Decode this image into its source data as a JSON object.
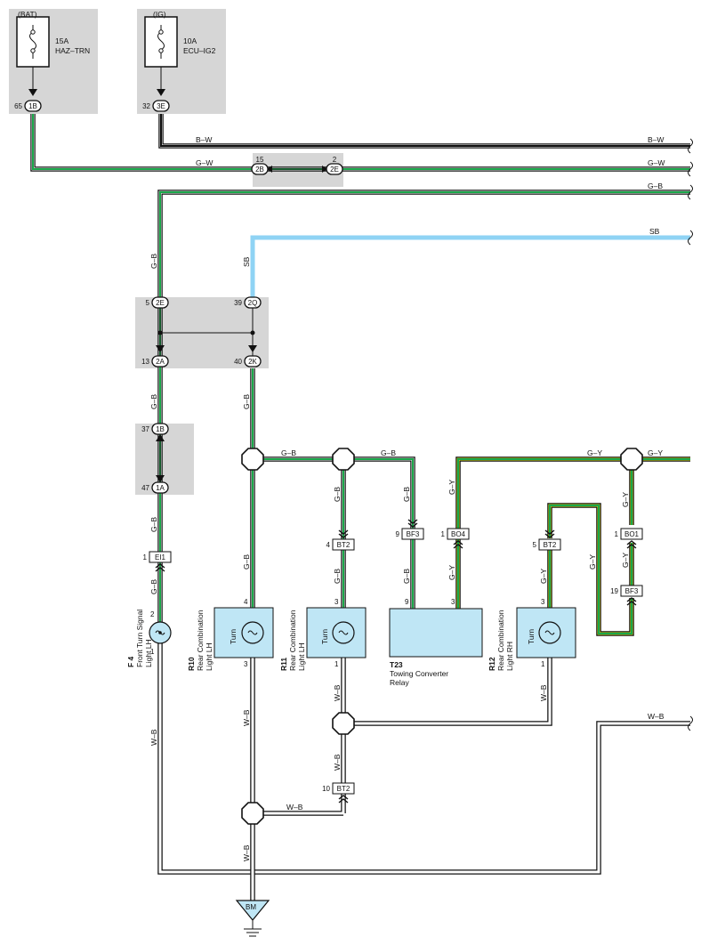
{
  "fuses": [
    {
      "source": "(BAT)",
      "rating": "15A",
      "name": "HAZ–TRN",
      "pin": "65",
      "conn": "1B"
    },
    {
      "source": "(IG)",
      "rating": "10A",
      "name": "ECU–IG2",
      "pin": "32",
      "conn": "3E"
    }
  ],
  "wire_labels": {
    "bw": "B–W",
    "gw": "G–W",
    "gb": "G–B",
    "sb": "SB",
    "gy": "G–Y",
    "wb": "W–B"
  },
  "junction_connectors": {
    "j2b": {
      "pin": "15",
      "conn": "2B"
    },
    "j2e_top": {
      "pin": "2",
      "conn": "2E"
    },
    "j2e": {
      "pin": "5",
      "conn": "2E"
    },
    "j2q": {
      "pin": "39",
      "conn": "2Q"
    },
    "j2a": {
      "pin": "13",
      "conn": "2A"
    },
    "j2k": {
      "pin": "40",
      "conn": "2K"
    },
    "j1b": {
      "pin": "37",
      "conn": "1B"
    },
    "j1a": {
      "pin": "47",
      "conn": "1A"
    }
  },
  "tags": {
    "ei1": {
      "pin": "1",
      "conn": "EI1"
    },
    "bt2a": {
      "pin": "4",
      "conn": "BT2"
    },
    "bf3a": {
      "pin": "9",
      "conn": "BF3"
    },
    "bo4": {
      "pin": "1",
      "conn": "BO4"
    },
    "bt2b": {
      "pin": "5",
      "conn": "BT2"
    },
    "bo1": {
      "pin": "1",
      "conn": "BO1"
    },
    "bf3b": {
      "pin": "19",
      "conn": "BF3"
    },
    "bt2c": {
      "pin": "10",
      "conn": "BT2"
    }
  },
  "components": {
    "f4": {
      "code": "F 4",
      "line1": "Front Turn Signal",
      "line2": "Light LH",
      "pin_top": "2",
      "pin_bot": "1"
    },
    "r10": {
      "code": "R10",
      "line1": "Rear Combination",
      "line2": "Light LH",
      "inner": "Turn",
      "pin_top": "4",
      "pin_bot": "3"
    },
    "r11": {
      "code": "R11",
      "line1": "Rear Combination",
      "line2": "Light LH",
      "inner": "Turn",
      "pin_top": "3",
      "pin_bot": "1"
    },
    "t23": {
      "code": "T23",
      "line1": "Towing Converter",
      "line2": "Relay",
      "pin_left": "9",
      "pin_right": "3"
    },
    "r12": {
      "code": "R12",
      "line1": "Rear Combination",
      "line2": "Light RH",
      "inner": "Turn",
      "pin_top": "3",
      "pin_bot": "1"
    }
  },
  "ground": {
    "label": "BM"
  }
}
